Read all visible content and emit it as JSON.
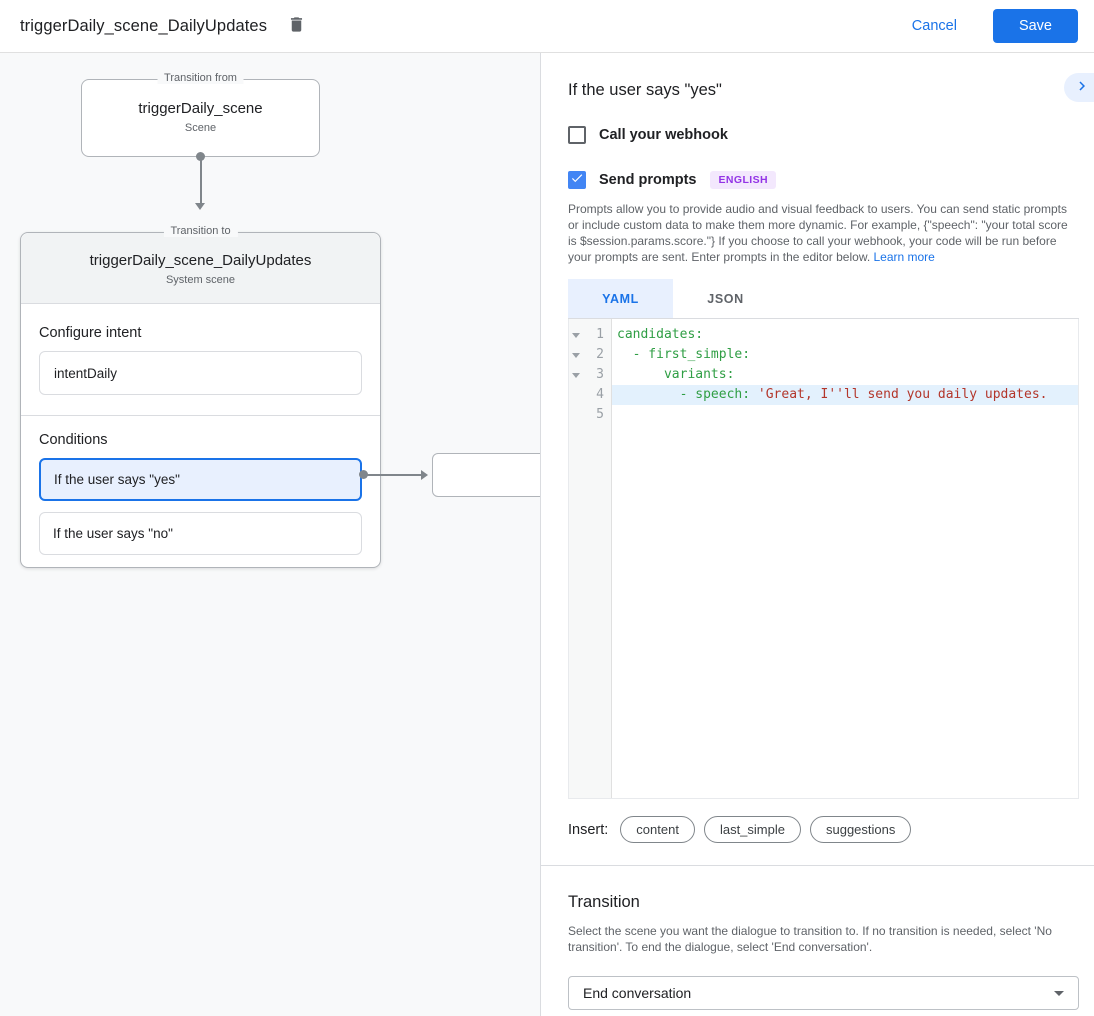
{
  "topbar": {
    "title": "triggerDaily_scene_DailyUpdates",
    "delete_icon": "trash-icon",
    "cancel_label": "Cancel",
    "save_label": "Save"
  },
  "diagram": {
    "from_box": {
      "legend": "Transition from",
      "title": "triggerDaily_scene",
      "subtitle": "Scene"
    },
    "to_box": {
      "legend": "Transition to",
      "title": "triggerDaily_scene_DailyUpdates",
      "subtitle": "System scene",
      "configure_intent_label": "Configure intent",
      "intent_value": "intentDaily",
      "conditions_label": "Conditions",
      "conditions": [
        {
          "label": "If the user says \"yes\"",
          "selected": true
        },
        {
          "label": "If the user says \"no\"",
          "selected": false
        }
      ]
    }
  },
  "panel": {
    "title": "If the user says \"yes\"",
    "collapse_icon": "chevron-right",
    "webhook_checkbox": {
      "label": "Call your webhook",
      "checked": false
    },
    "prompts_checkbox": {
      "label": "Send prompts",
      "checked": true,
      "badge": "ENGLISH"
    },
    "description_text": "Prompts allow you to provide audio and visual feedback to users. You can send static prompts or include custom data to make them more dynamic. For example, {\"speech\": \"your total score is $session.params.score.\"} If you choose to call your webhook, your code will be run before your prompts are sent. Enter prompts in the editor below. ",
    "learn_more_label": "Learn more",
    "tabs": [
      {
        "label": "YAML",
        "active": true
      },
      {
        "label": "JSON",
        "active": false
      }
    ],
    "editor": {
      "lines": [
        {
          "number": "1",
          "fold": true,
          "code_key": "candidates:",
          "code_str": ""
        },
        {
          "number": "2",
          "fold": true,
          "code_key": "  - first_simple:",
          "code_str": ""
        },
        {
          "number": "3",
          "fold": true,
          "code_key": "      variants:",
          "code_str": ""
        },
        {
          "number": "4",
          "fold": false,
          "code_key": "        - speech: ",
          "code_str": "'Great, I''ll send you daily updates.",
          "highlighted": true
        },
        {
          "number": "5",
          "fold": false,
          "code_key": "",
          "code_str": ""
        }
      ]
    },
    "insert": {
      "label": "Insert:",
      "chips": [
        "content",
        "last_simple",
        "suggestions"
      ]
    },
    "transition": {
      "title": "Transition",
      "description": "Select the scene you want the dialogue to transition to. If no transition is needed, select 'No transition'. To end the dialogue, select 'End conversation'.",
      "dropdown_value": "End conversation"
    }
  },
  "colors": {
    "accent_blue": "#1a73e8",
    "checkbox_blue": "#4285f4",
    "selected_condition_bg": "#e8f0fe",
    "badge_bg": "#f3e8fd",
    "badge_text": "#9334e6",
    "code_key_green": "#2f9e44",
    "code_string_red": "#b3362b",
    "line_highlight": "#e3f1fd",
    "canvas_bg": "#f8f9fa"
  }
}
